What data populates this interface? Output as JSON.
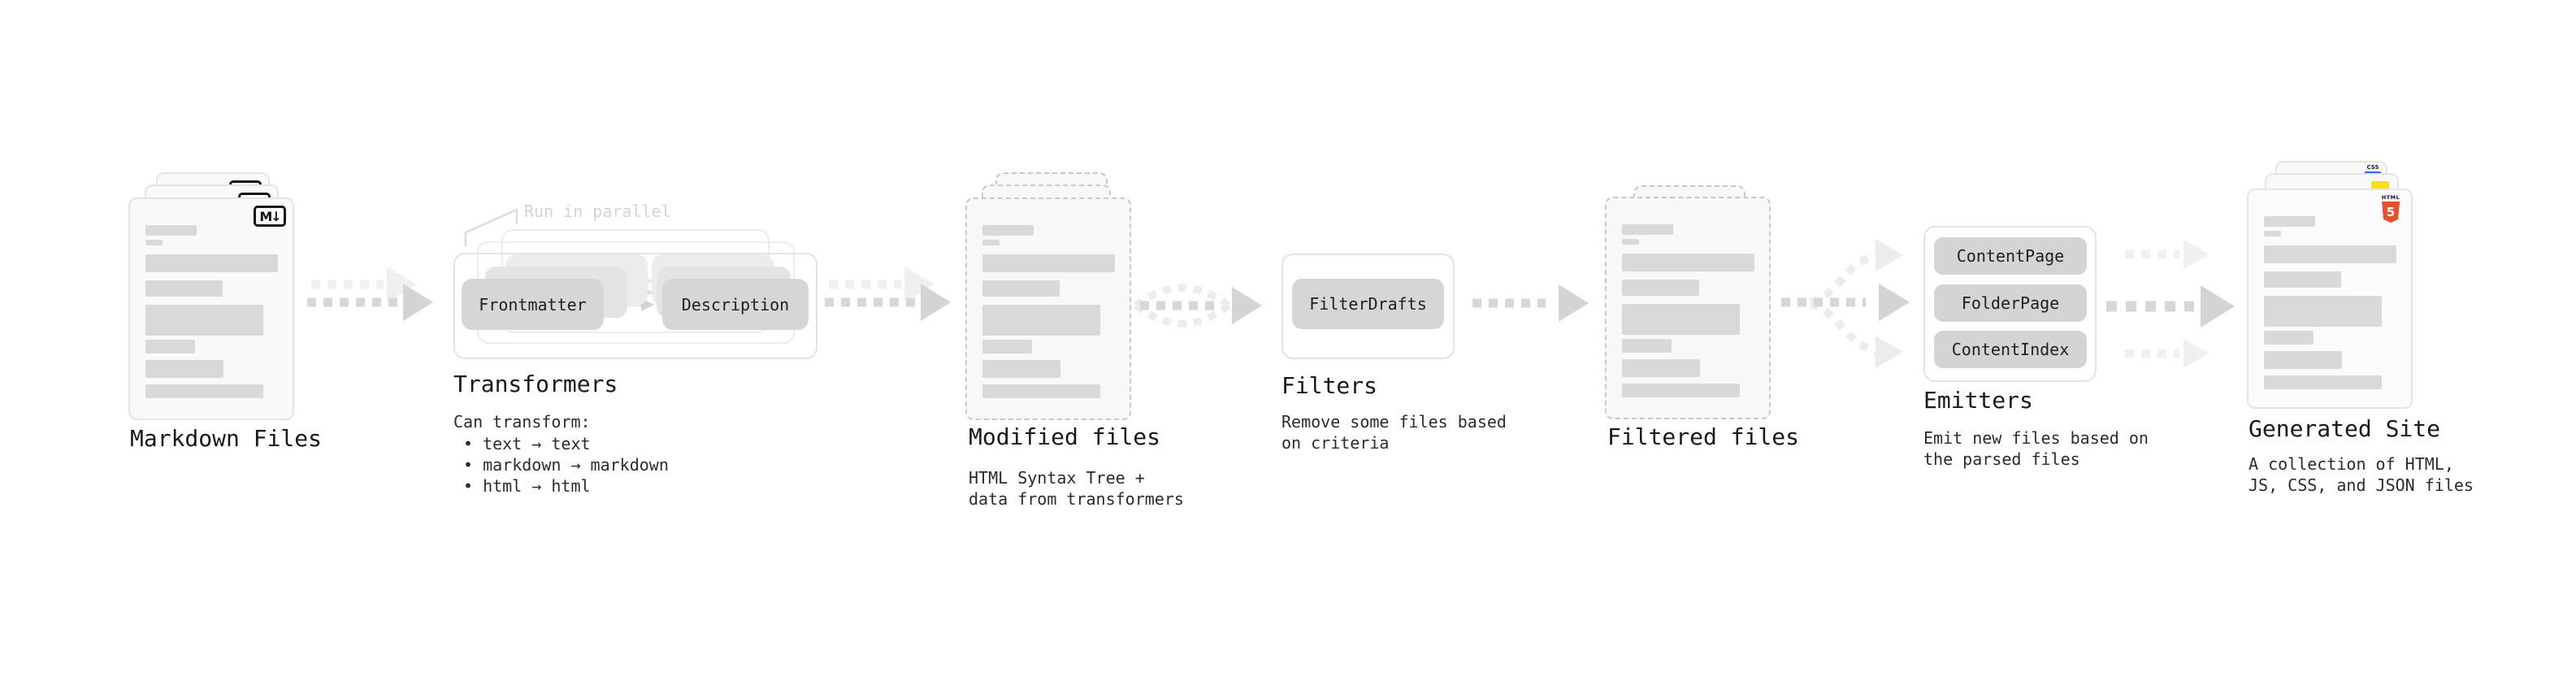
{
  "diagram": {
    "colors": {
      "html5_orange": "#e8502c",
      "js_yellow": "#f6df1f",
      "css_blue": "#2d6ae3"
    },
    "markdown_files": {
      "label": "Markdown Files",
      "badge": "M↓"
    },
    "transformers": {
      "note": "Run in parallel",
      "node_a": "Frontmatter",
      "node_b": "Description",
      "label": "Transformers",
      "subtitle": "Can transform:",
      "bullets": [
        "• text → text",
        "• markdown → markdown",
        "• html → html"
      ]
    },
    "modified_files": {
      "label": "Modified files",
      "desc": [
        "HTML Syntax Tree +",
        "data from transformers"
      ]
    },
    "filters": {
      "node": "FilterDrafts",
      "label": "Filters",
      "desc": [
        "Remove some files based",
        "on criteria"
      ]
    },
    "filtered_files": {
      "label": "Filtered files"
    },
    "emitters": {
      "nodes": [
        "ContentPage",
        "FolderPage",
        "ContentIndex"
      ],
      "label": "Emitters",
      "desc": [
        "Emit new files based on",
        "the parsed files"
      ]
    },
    "generated_site": {
      "label": "Generated Site",
      "desc": [
        "A collection of HTML,",
        "JS, CSS, and JSON files"
      ],
      "badge_css": "CSS",
      "badge_html_word": "HTML",
      "badge_html_number": "5"
    }
  }
}
